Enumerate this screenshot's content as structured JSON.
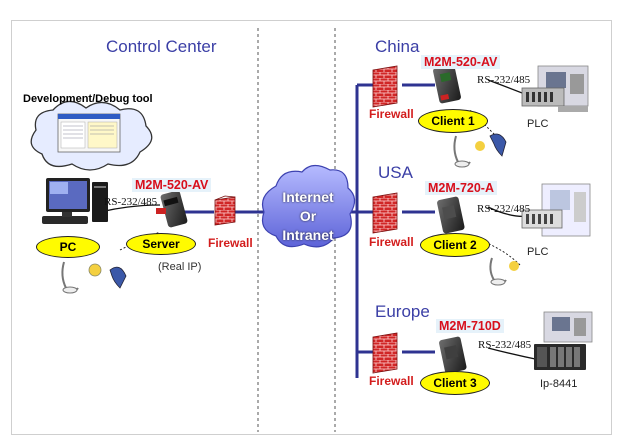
{
  "labels": {
    "control_center": "Control Center",
    "dev_tool": "Development/Debug tool",
    "china": "China",
    "usa": "USA",
    "europe": "Europe",
    "internet": [
      "Internet",
      "Or",
      "Intranet"
    ],
    "real_ip": "(Real IP)"
  },
  "nodes": {
    "pc": "PC",
    "server": "Server",
    "client1": "Client 1",
    "client2": "Client 2",
    "client3": "Client 3"
  },
  "models": {
    "server": "M2M-520-AV",
    "china": "M2M-520-AV",
    "usa": "M2M-720-A",
    "europe": "M2M-710D"
  },
  "firewall": "Firewall",
  "rs": "RS-232/485",
  "devices": {
    "plc": "PLC",
    "ip8441": "Ip-8441"
  },
  "colors": {
    "region_text": "#3b3fa6",
    "model_text": "#d80f1c",
    "model_bg": "#e6f2fa",
    "ellipse": "#fffb00",
    "network_line": "#2e3391",
    "firewall": "#cc2222",
    "cloud": "#8a8ef0"
  }
}
